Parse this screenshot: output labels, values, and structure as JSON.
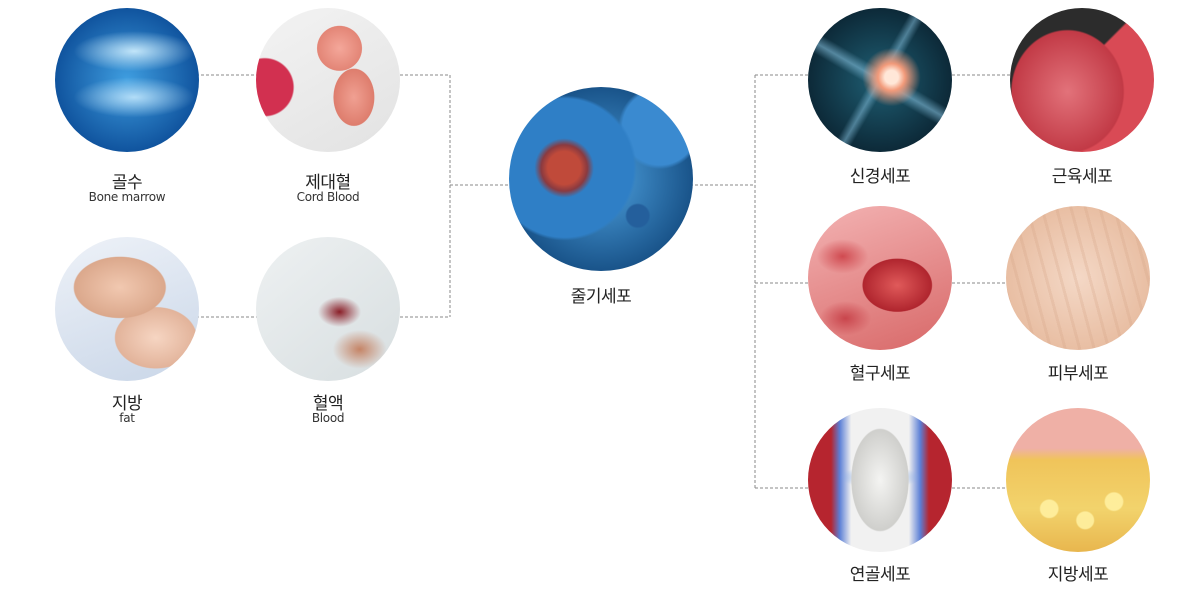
{
  "sources": [
    {
      "id": "bone-marrow",
      "label_ko": "골수",
      "label_en": "Bone marrow"
    },
    {
      "id": "cord-blood",
      "label_ko": "제대혈",
      "label_en": "Cord Blood"
    },
    {
      "id": "fat",
      "label_ko": "지방",
      "label_en": "fat"
    },
    {
      "id": "blood",
      "label_ko": "혈액",
      "label_en": "Blood"
    }
  ],
  "center": {
    "id": "stem-cell",
    "label_ko": "줄기세포"
  },
  "targets": [
    {
      "id": "nerve-cell",
      "label_ko": "신경세포"
    },
    {
      "id": "muscle-cell",
      "label_ko": "근육세포"
    },
    {
      "id": "blood-cell",
      "label_ko": "혈구세포"
    },
    {
      "id": "skin-cell",
      "label_ko": "피부세포"
    },
    {
      "id": "cartilage-cell",
      "label_ko": "연골세포"
    },
    {
      "id": "fat-cell",
      "label_ko": "지방세포"
    }
  ],
  "connector_color": "#8a8a8a"
}
